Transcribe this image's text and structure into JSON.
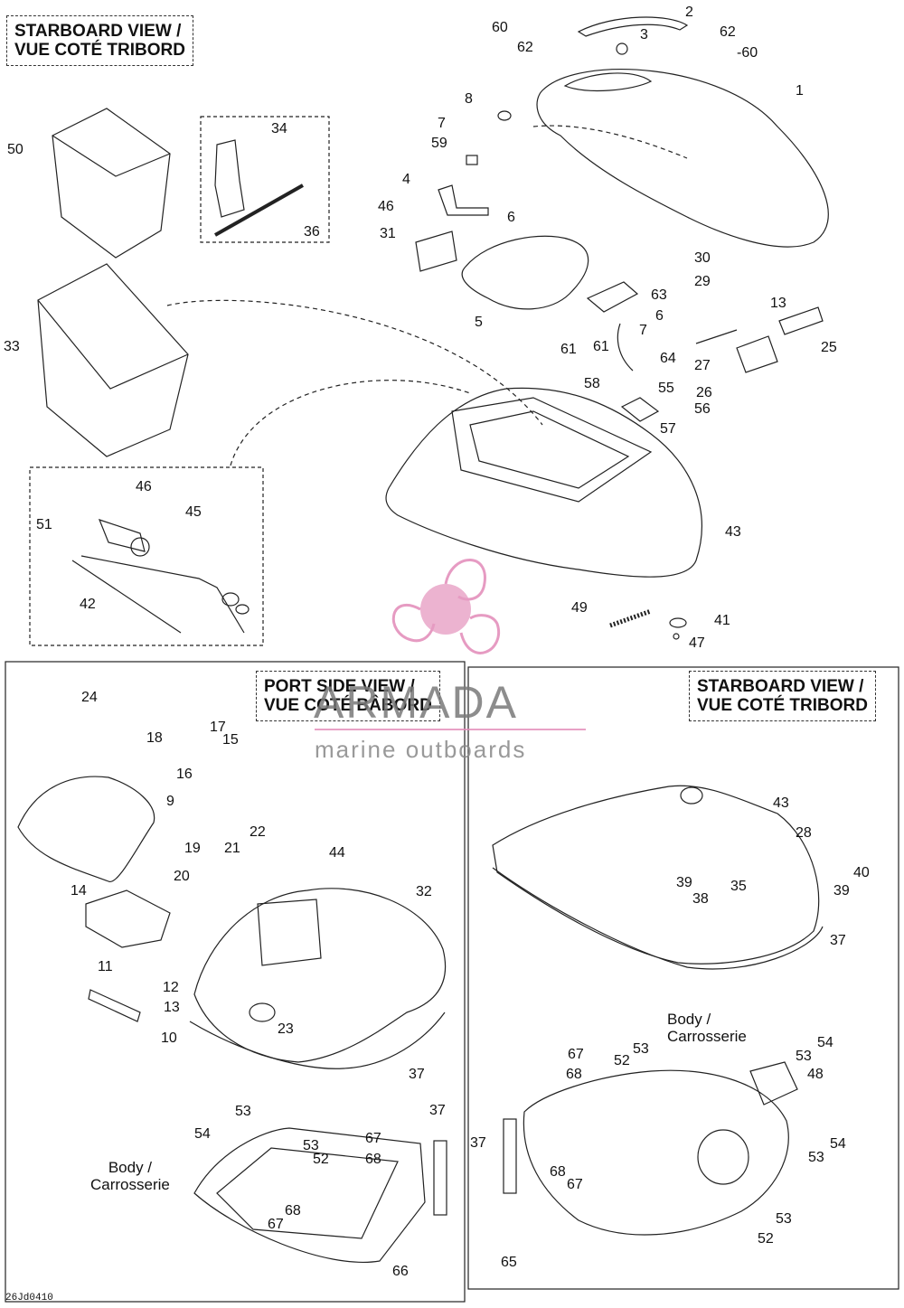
{
  "headers": {
    "top_left": {
      "line1": "STARBOARD VIEW /",
      "line2": "VUE COTÉ TRIBORD"
    },
    "port_side": {
      "line1": "PORT SIDE VIEW /",
      "line2": "VUE COTÉ BÂBORD"
    },
    "starboard_right": {
      "line1": "STARBOARD VIEW /",
      "line2": "VUE COTÉ TRIBORD"
    }
  },
  "body_labels": {
    "left": {
      "line1": "Body /",
      "line2": "Carrosserie"
    },
    "right": {
      "line1": "Body /",
      "line2": "Carrosserie"
    }
  },
  "drawing_code": "26Jd0410",
  "watermark": {
    "brand": "ARMADA",
    "tagline": "marine outboards",
    "accent_color": "#e28ab8"
  },
  "callouts": {
    "top": [
      "60",
      "62",
      "2",
      "62",
      "-60",
      "3",
      "1",
      "8",
      "7",
      "59",
      "4",
      "6",
      "46",
      "31",
      "34",
      "36",
      "50",
      "33",
      "5",
      "63",
      "6",
      "61",
      "7",
      "61",
      "64",
      "58",
      "55",
      "57",
      "30",
      "29",
      "13",
      "27",
      "26",
      "56",
      "25",
      "43",
      "46",
      "45",
      "51",
      "42",
      "49",
      "41",
      "47"
    ],
    "port": [
      "24",
      "17",
      "15",
      "18",
      "16",
      "9",
      "19",
      "21",
      "22",
      "20",
      "44",
      "32",
      "14",
      "11",
      "12",
      "13",
      "10",
      "23",
      "37",
      "53",
      "54",
      "53",
      "52",
      "67",
      "68",
      "37",
      "67",
      "68",
      "66"
    ],
    "starboard": [
      "43",
      "28",
      "40",
      "39",
      "39",
      "38",
      "35",
      "37",
      "54",
      "53",
      "67",
      "52",
      "53",
      "68",
      "48",
      "37",
      "54",
      "53",
      "68",
      "67",
      "53",
      "52",
      "65"
    ]
  }
}
